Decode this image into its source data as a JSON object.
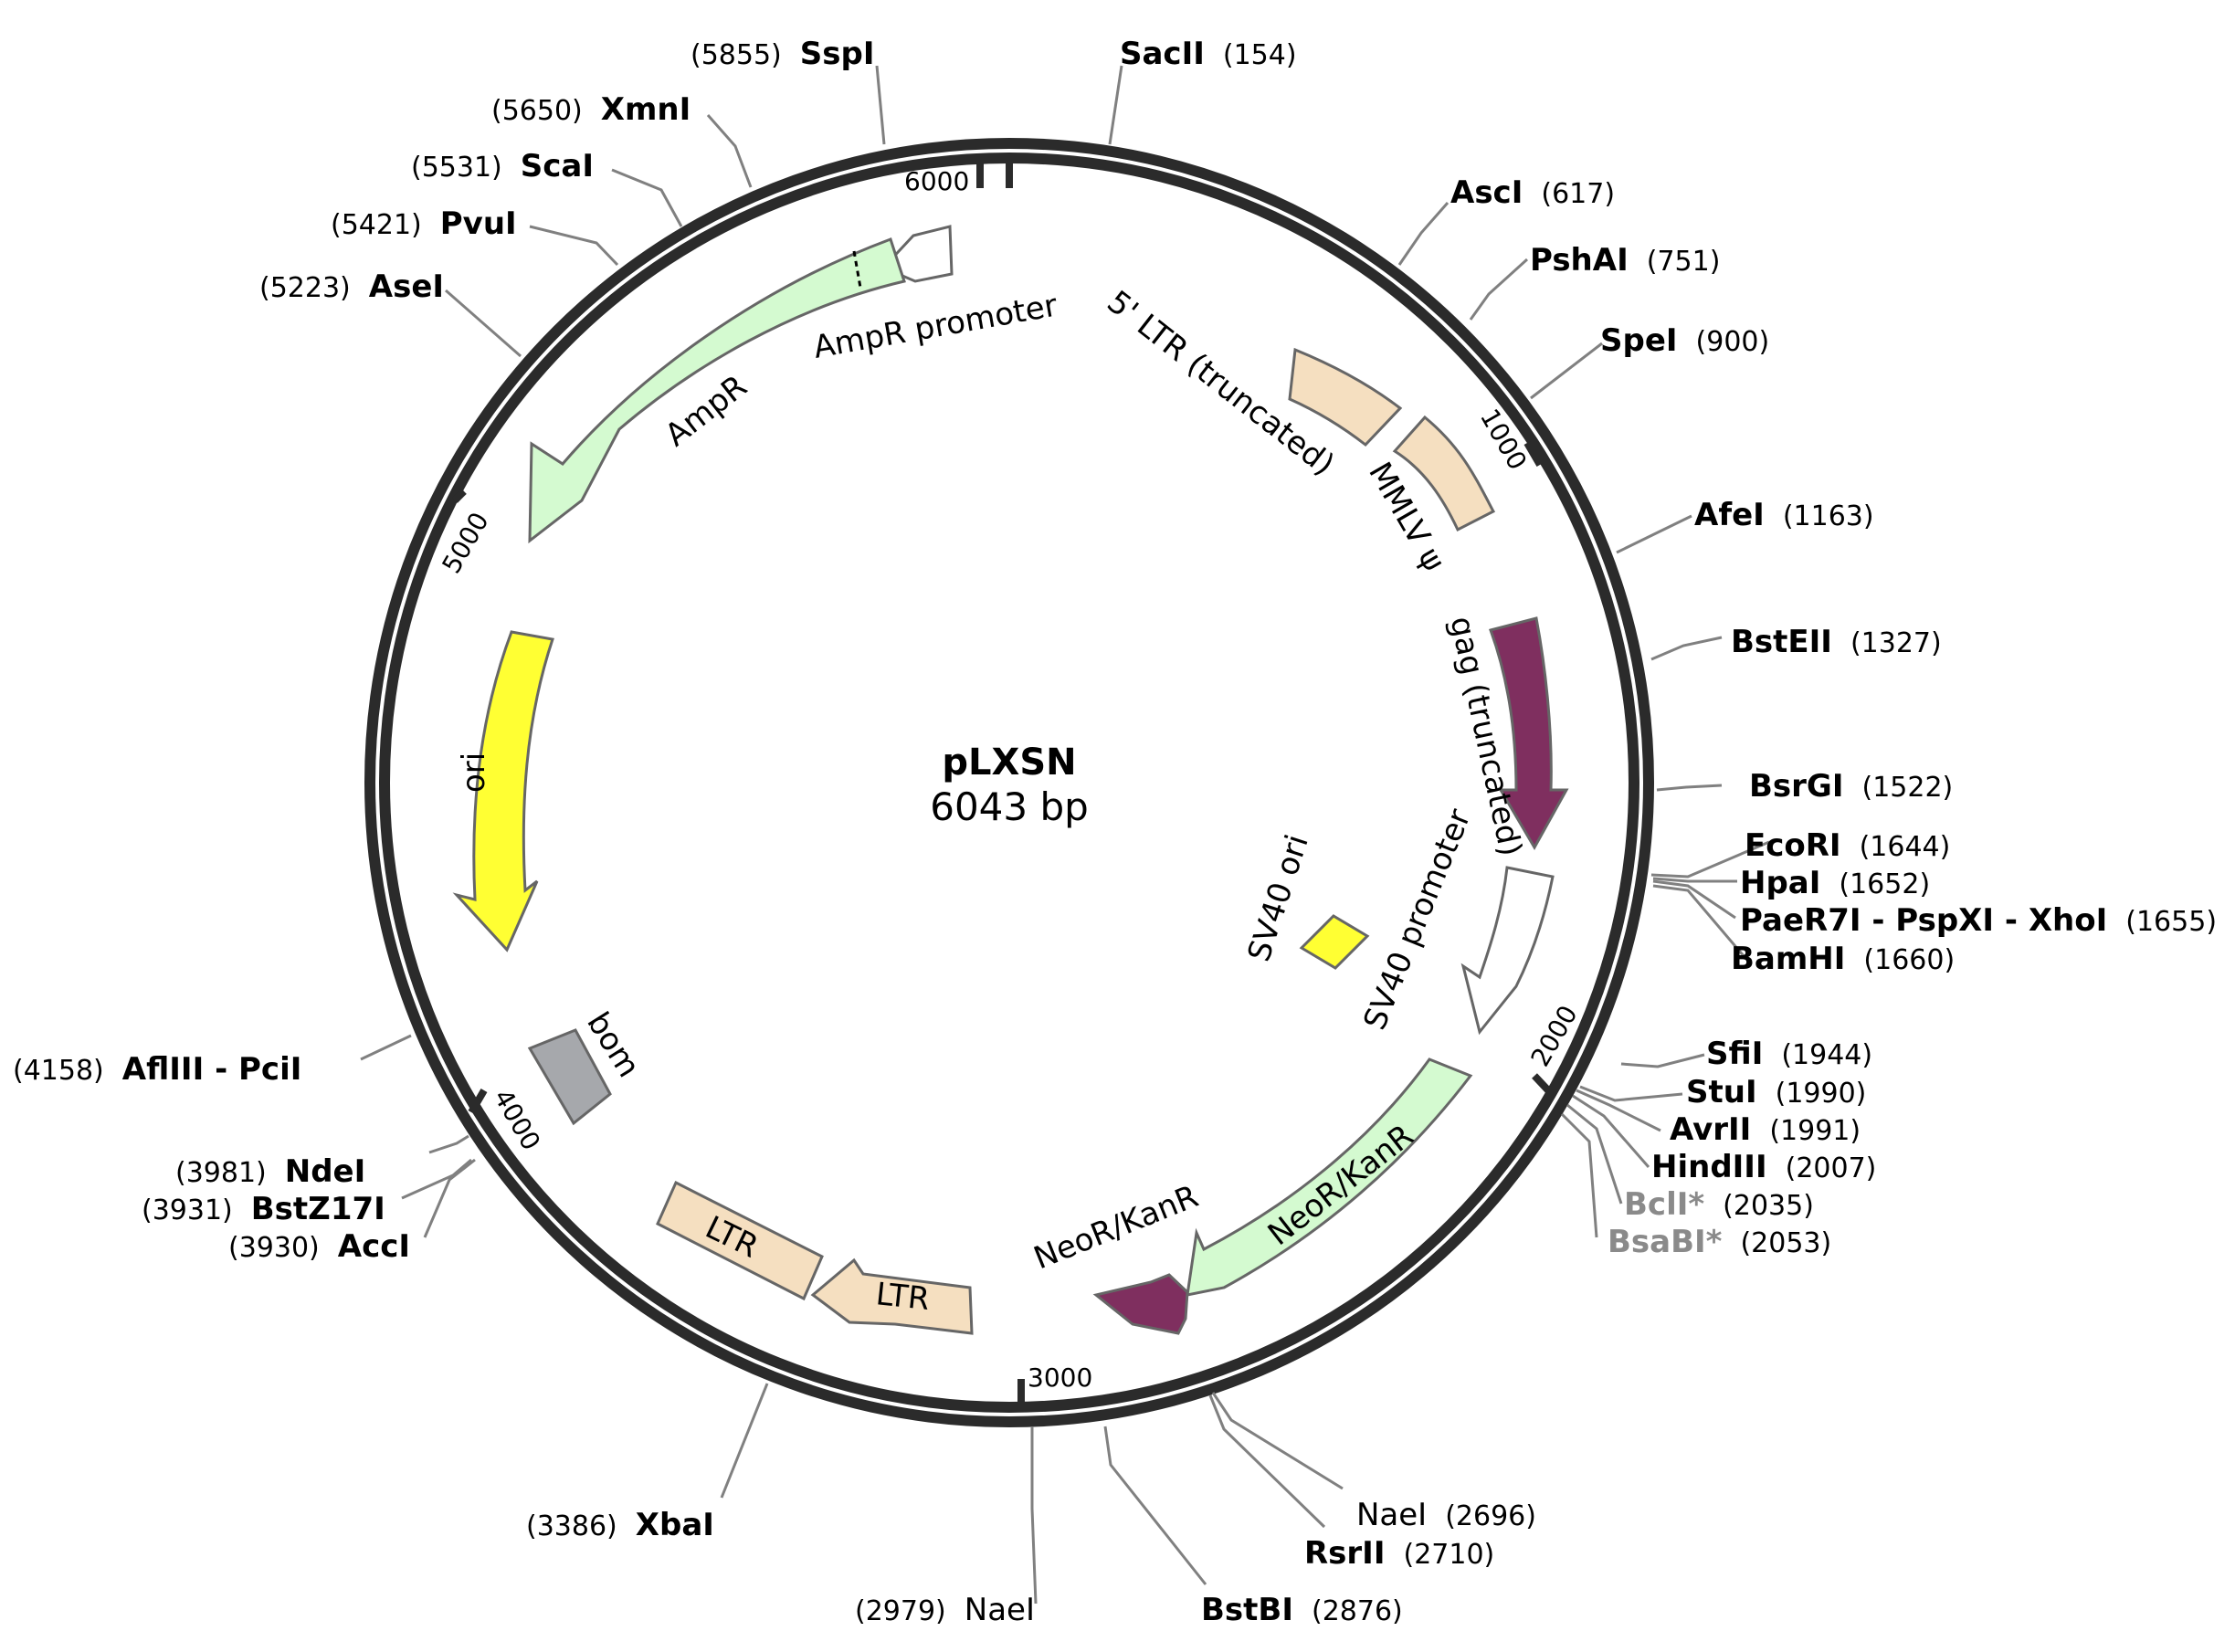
{
  "plasmid": {
    "name": "pLXSN",
    "length_label": "6043 bp",
    "length": 6043
  },
  "ticks": [
    {
      "pos": 6000,
      "label": "6000"
    },
    {
      "pos": 1000,
      "label": "1000"
    },
    {
      "pos": 2000,
      "label": "2000"
    },
    {
      "pos": 3000,
      "label": "3000"
    },
    {
      "pos": 4000,
      "label": "4000"
    },
    {
      "pos": 5000,
      "label": "5000"
    }
  ],
  "features": [
    {
      "name": "AmpR promoter",
      "label": "AmpR promoter",
      "color": "#ffffff"
    },
    {
      "name": "AmpR",
      "label": "AmpR",
      "color": "#d4fad0"
    },
    {
      "name": "5' LTR (truncated)",
      "label": "5' LTR (truncated)",
      "color": "#f5dfc0"
    },
    {
      "name": "MMLV psi",
      "label": "MMLV ψ",
      "color": "#f5dfc0"
    },
    {
      "name": "gag (truncated)",
      "label": "gag (truncated)",
      "color": "#7f2f5f"
    },
    {
      "name": "SV40 promoter",
      "label": "SV40 promoter",
      "color": "#ffffff"
    },
    {
      "name": "SV40 ori",
      "label": "SV40 ori",
      "color": "#ffff33"
    },
    {
      "name": "NeoR/KanR",
      "label": "NeoR/KanR",
      "color": "#d4fad0"
    },
    {
      "name": "NeoR/KanR arrow",
      "label": "NeoR/KanR",
      "color": "#7f2f5f"
    },
    {
      "name": "LTR",
      "label": "LTR",
      "color": "#f5dfc0"
    },
    {
      "name": "LTR box",
      "label": "LTR",
      "color": "#f5dfc0"
    },
    {
      "name": "bom",
      "label": "bom",
      "color": "#a6a8ac"
    },
    {
      "name": "ori",
      "label": "ori",
      "color": "#ffff33"
    }
  ],
  "sites": [
    {
      "name": "SspI",
      "pos": "(5855)",
      "bold": true,
      "grey": false
    },
    {
      "name": "SacII",
      "pos": "(154)",
      "bold": true,
      "grey": false
    },
    {
      "name": "XmnI",
      "pos": "(5650)",
      "bold": true,
      "grey": false
    },
    {
      "name": "ScaI",
      "pos": "(5531)",
      "bold": true,
      "grey": false
    },
    {
      "name": "PvuI",
      "pos": "(5421)",
      "bold": true,
      "grey": false
    },
    {
      "name": "AseI",
      "pos": "(5223)",
      "bold": true,
      "grey": false
    },
    {
      "name": "AscI",
      "pos": "(617)",
      "bold": true,
      "grey": false
    },
    {
      "name": "PshAI",
      "pos": "(751)",
      "bold": true,
      "grey": false
    },
    {
      "name": "SpeI",
      "pos": "(900)",
      "bold": true,
      "grey": false
    },
    {
      "name": "AfeI",
      "pos": "(1163)",
      "bold": true,
      "grey": false
    },
    {
      "name": "BstEII",
      "pos": "(1327)",
      "bold": true,
      "grey": false
    },
    {
      "name": "BsrGI",
      "pos": "(1522)",
      "bold": true,
      "grey": false
    },
    {
      "name": "EcoRI",
      "pos": "(1644)",
      "bold": true,
      "grey": false
    },
    {
      "name": "HpaI",
      "pos": "(1652)",
      "bold": true,
      "grey": false
    },
    {
      "name": "PaeR7I - PspXI - XhoI",
      "pos": "(1655)",
      "bold": true,
      "grey": false
    },
    {
      "name": "BamHI",
      "pos": "(1660)",
      "bold": true,
      "grey": false
    },
    {
      "name": "SfiI",
      "pos": "(1944)",
      "bold": true,
      "grey": false
    },
    {
      "name": "StuI",
      "pos": "(1990)",
      "bold": true,
      "grey": false
    },
    {
      "name": "AvrII",
      "pos": "(1991)",
      "bold": true,
      "grey": false
    },
    {
      "name": "HindIII",
      "pos": "(2007)",
      "bold": true,
      "grey": false
    },
    {
      "name": "BclI*",
      "pos": "(2035)",
      "bold": true,
      "grey": true
    },
    {
      "name": "BsaBI*",
      "pos": "(2053)",
      "bold": true,
      "grey": true
    },
    {
      "name": "NaeI",
      "pos": "(2696)",
      "bold": false,
      "grey": false
    },
    {
      "name": "RsrII",
      "pos": "(2710)",
      "bold": true,
      "grey": false
    },
    {
      "name": "BstBI",
      "pos": "(2876)",
      "bold": true,
      "grey": false
    },
    {
      "name": "NaeI",
      "pos": "(2979)",
      "bold": false,
      "grey": false
    },
    {
      "name": "XbaI",
      "pos": "(3386)",
      "bold": true,
      "grey": false
    },
    {
      "name": "AccI",
      "pos": "(3930)",
      "bold": true,
      "grey": false
    },
    {
      "name": "BstZ17I",
      "pos": "(3931)",
      "bold": true,
      "grey": false
    },
    {
      "name": "NdeI",
      "pos": "(3981)",
      "bold": true,
      "grey": false
    },
    {
      "name": "AflIII - PciI",
      "pos": "(4158)",
      "bold": true,
      "grey": false
    }
  ]
}
